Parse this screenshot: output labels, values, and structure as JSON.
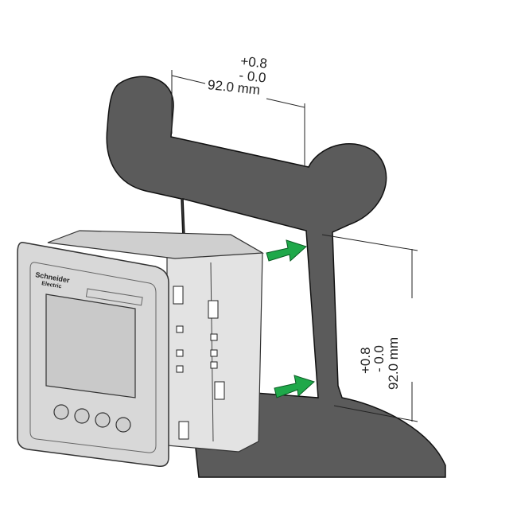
{
  "dimensions": {
    "width": {
      "tol_plus": "+0.8",
      "tol_minus": "- 0.0",
      "value": "92.0 mm"
    },
    "height": {
      "tol_plus": "+0.8",
      "tol_minus": "- 0.0",
      "value": "92.0 mm"
    }
  },
  "device": {
    "brand_logo": "Schneider Electric"
  },
  "colors": {
    "panel": "#5b5b5b",
    "device": "#d4d4d4",
    "arrow": "#1fa84a"
  }
}
